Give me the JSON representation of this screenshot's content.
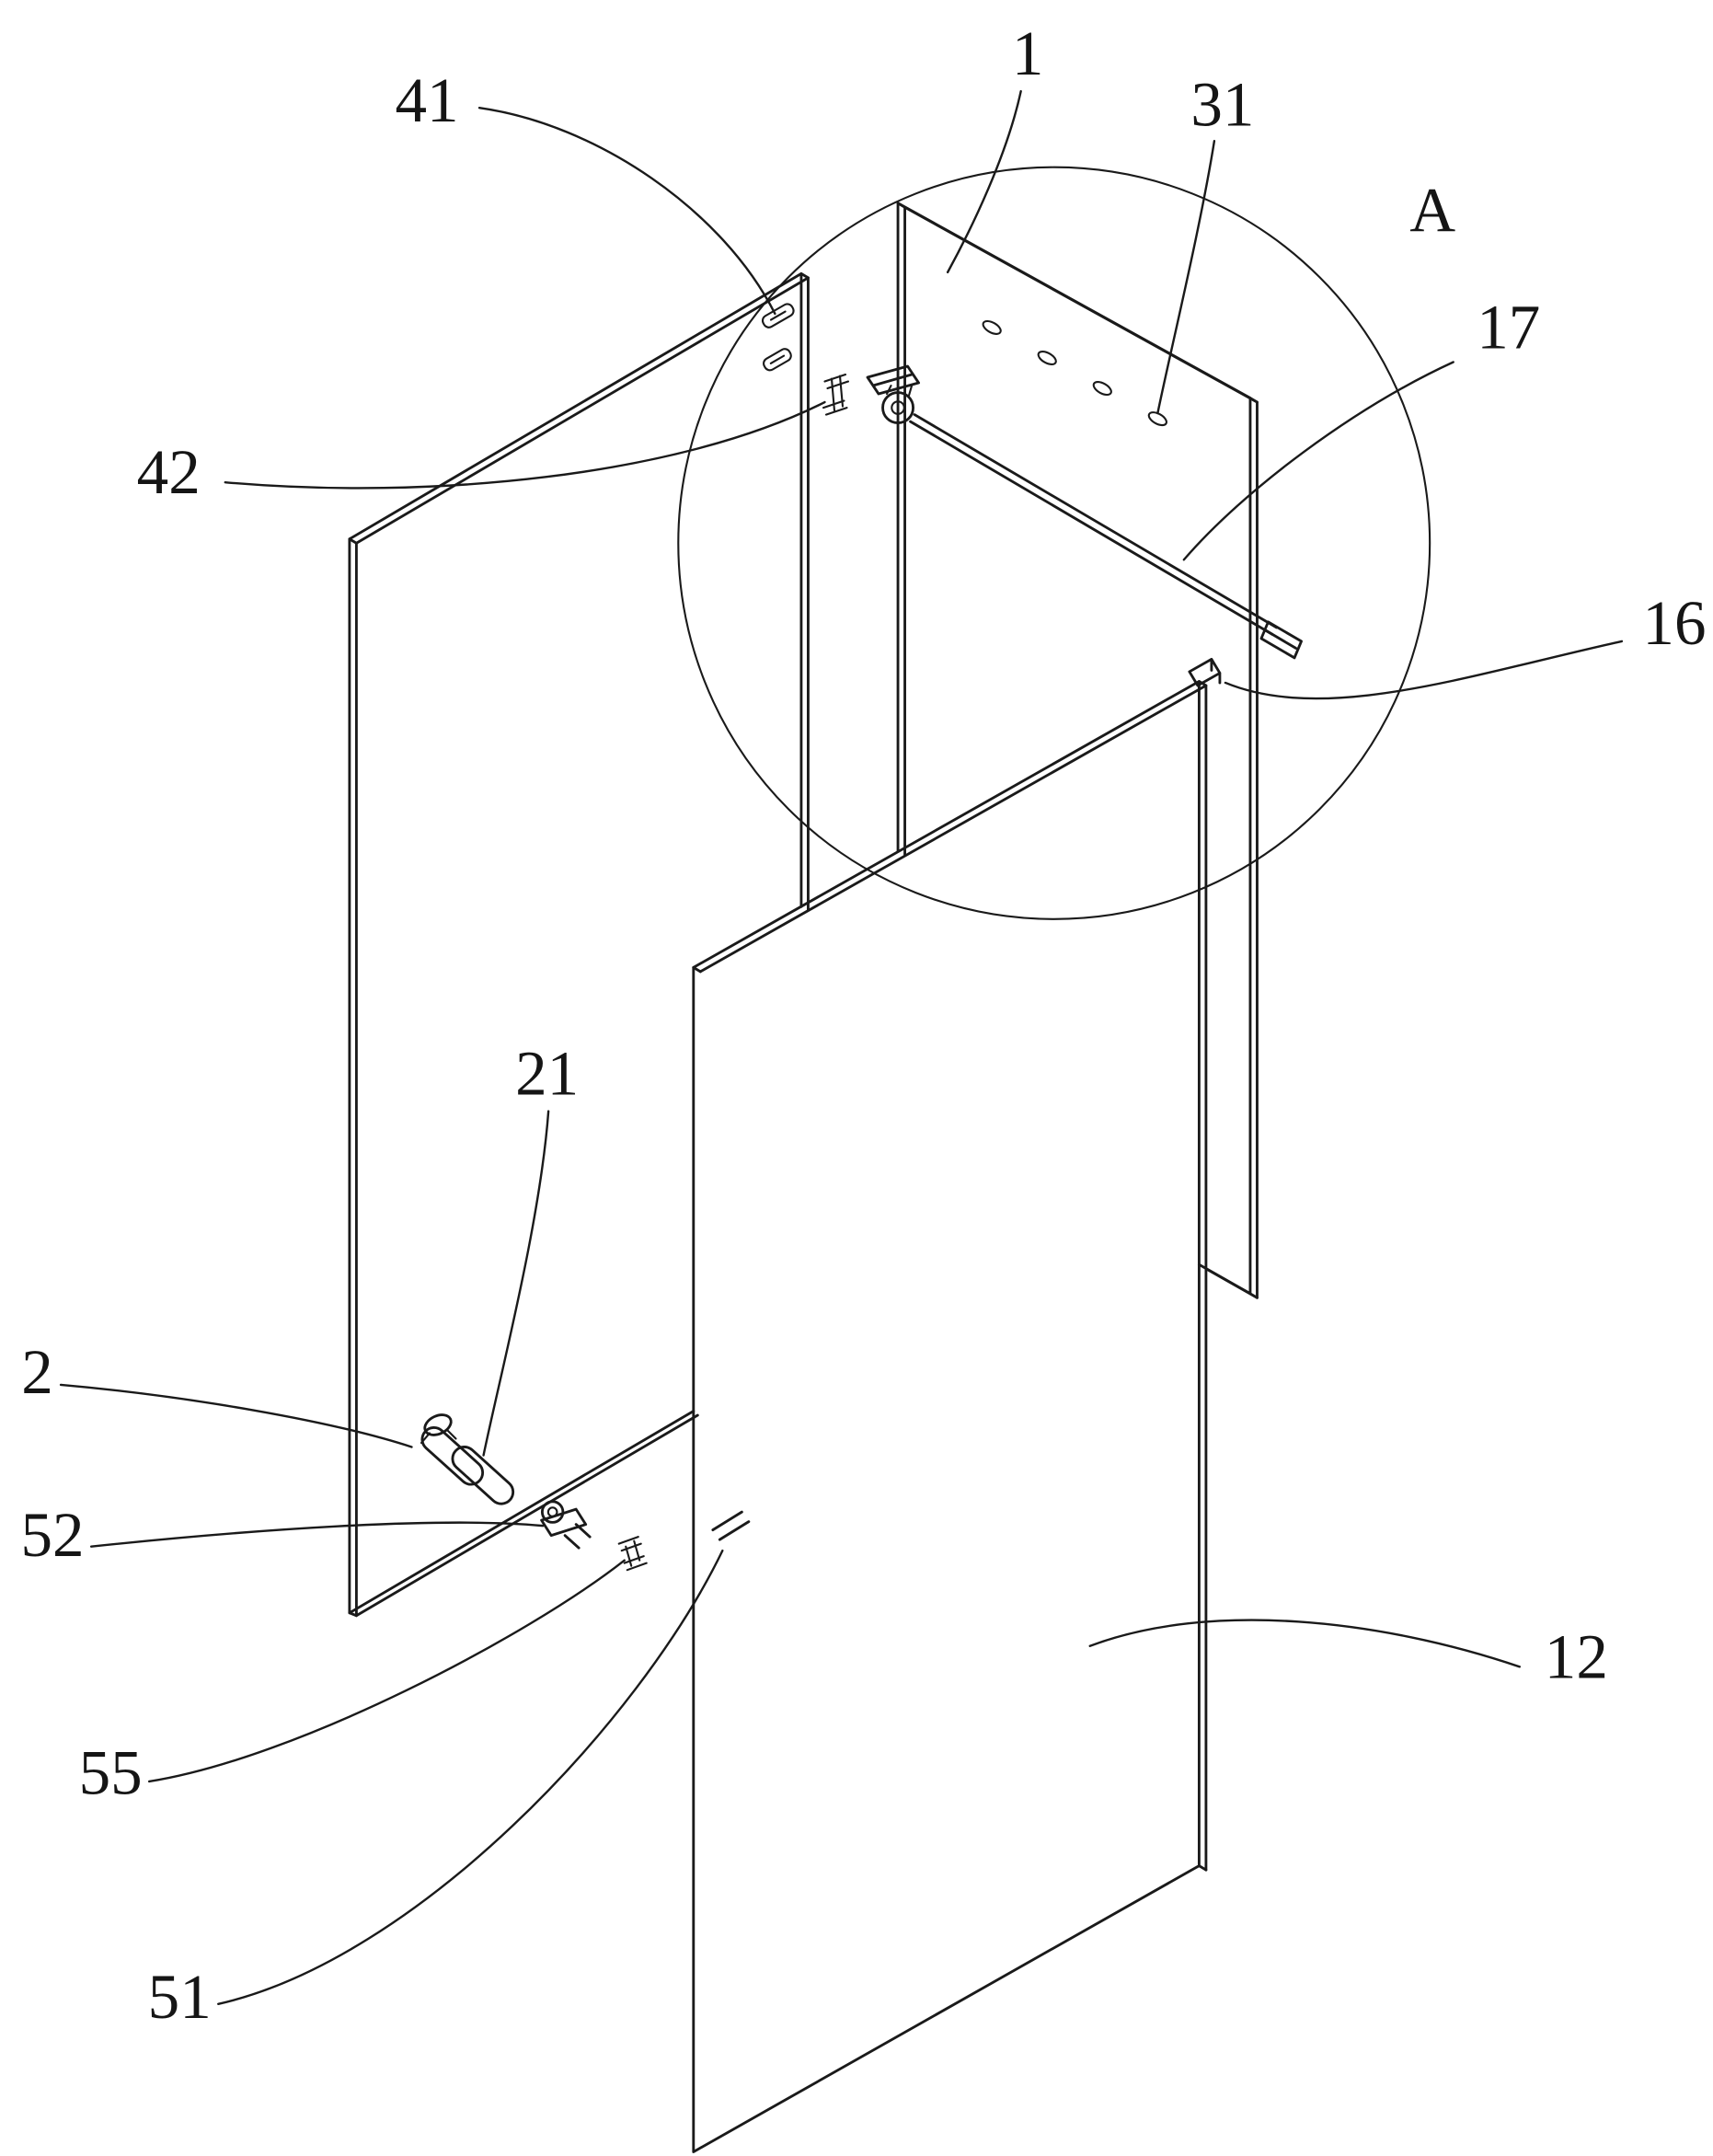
{
  "figure": {
    "type": "patent-exploded-technical-drawing",
    "background": "#ffffff",
    "line_color": "#1a1a1a",
    "labels": [
      {
        "ref": "41",
        "text": "41"
      },
      {
        "ref": "42",
        "text": "42"
      },
      {
        "ref": "1",
        "text": "1"
      },
      {
        "ref": "31",
        "text": "31"
      },
      {
        "ref": "A",
        "text": "A"
      },
      {
        "ref": "17",
        "text": "17"
      },
      {
        "ref": "16",
        "text": "16"
      },
      {
        "ref": "21",
        "text": "21"
      },
      {
        "ref": "2",
        "text": "2"
      },
      {
        "ref": "52",
        "text": "52"
      },
      {
        "ref": "55",
        "text": "55"
      },
      {
        "ref": "51",
        "text": "51"
      },
      {
        "ref": "12",
        "text": "12"
      }
    ]
  }
}
